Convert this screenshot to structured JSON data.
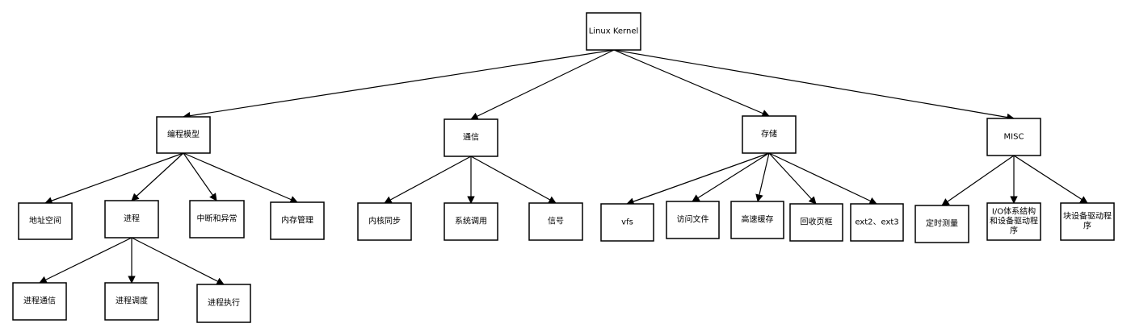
{
  "nodes": {
    "root": "Linux Kernel",
    "programming_model": "编程模型",
    "communication": "通信",
    "storage": "存储",
    "misc": "MISC",
    "address_space": "地址空间",
    "process": "进程",
    "interrupts": "中断和异常",
    "memory_mgmt": "内存管理",
    "kernel_sync": "内核同步",
    "syscalls": "系统调用",
    "signals": "信号",
    "vfs": "vfs",
    "file_access": "访问文件",
    "cache": "高速缓存",
    "page_reclaim": "回收页框",
    "ext": "ext2、ext3",
    "timing": "定时测量",
    "io_arch": [
      "I/O体系结构",
      "和设备驱动程",
      "序"
    ],
    "block_driver": [
      "块设备驱动程",
      "序"
    ],
    "ipc": "进程通信",
    "scheduling": "进程调度",
    "execution": "进程执行"
  }
}
